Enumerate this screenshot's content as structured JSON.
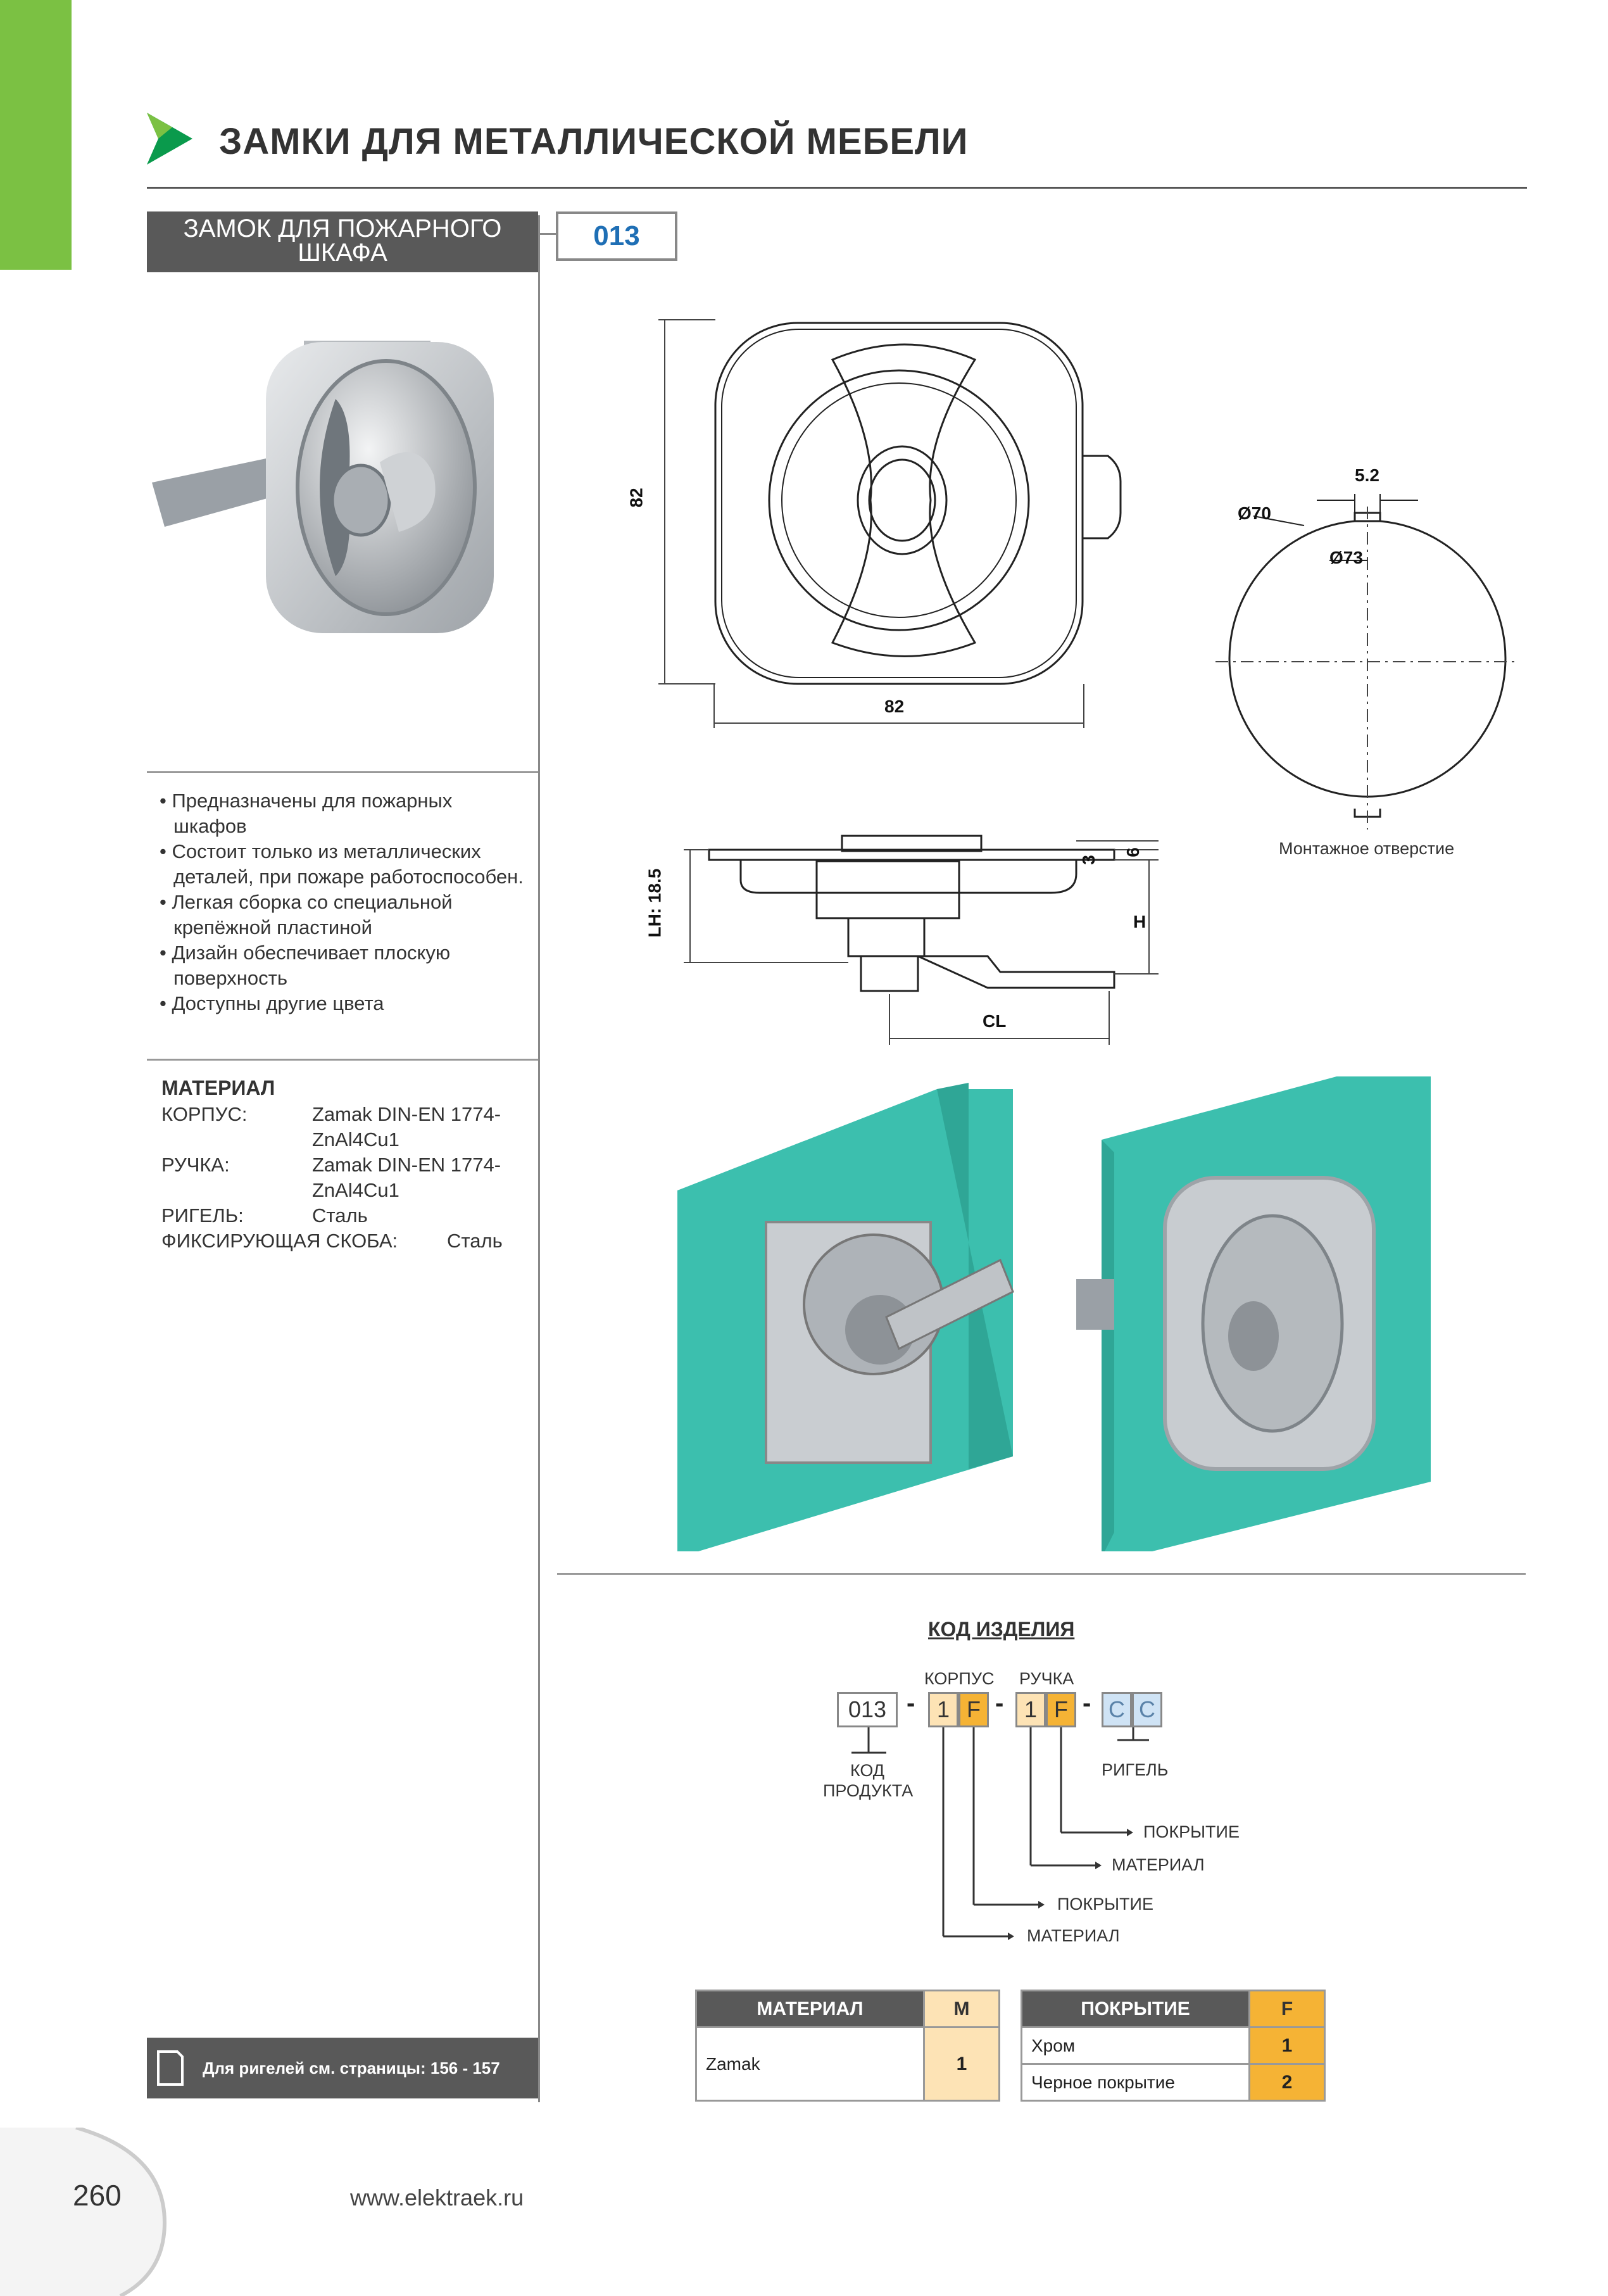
{
  "header": {
    "title": "ЗАМКИ ДЛЯ МЕТАЛЛИЧЕСКОЙ МЕБЕЛИ",
    "product_name": "ЗАМОК ДЛЯ ПОЖАРНОГО ШКАФА",
    "product_code": "013"
  },
  "features": [
    "• Предназначены для пожарных шкафов",
    "• Состоит только из металлических деталей, при пожаре работоспособен.",
    "• Легкая сборка со специальной крепёжной пластиной",
    "• Дизайн обеспечивает плоскую поверхность",
    "• Доступны другие цвета"
  ],
  "material": {
    "title": "МАТЕРИАЛ",
    "rows": [
      {
        "label": "КОРПУС:",
        "value": "Zamak DIN-EN 1774-ZnAl4Cu1"
      },
      {
        "label": "РУЧКА:",
        "value": "Zamak DIN-EN 1774-ZnAl4Cu1"
      },
      {
        "label": "РИГЕЛЬ:",
        "value": "Сталь"
      },
      {
        "label": "ФИКСИРУЮЩАЯ СКОБА:",
        "value": "Сталь"
      }
    ]
  },
  "drawing": {
    "dim_82_v": "82",
    "dim_82_h": "82",
    "d52": "5.2",
    "d70": "Ø70",
    "d73": "Ø73",
    "mount_label": "Монтажное отверстие",
    "d3": "3",
    "d6": "6",
    "lh": "LH: 18.5",
    "h": "H",
    "cl": "CL"
  },
  "code_section": {
    "title": "КОД ИЗДЕЛИЯ",
    "korpus": "КОРПУС",
    "ruchka": "РУЧКА",
    "c013": "013",
    "c1a": "1",
    "cFa": "F",
    "c1b": "1",
    "cFb": "F",
    "cC1": "C",
    "cC2": "C",
    "dash": "-",
    "kod_produkta": "КОД ПРОДУКТА",
    "rigel": "РИГЕЛЬ",
    "pokrytie1": "ПОКРЫТИЕ",
    "material1": "МАТЕРИАЛ",
    "pokrytie2": "ПОКРЫТИЕ",
    "material2": "МАТЕРИАЛ"
  },
  "table_material": {
    "header": "МАТЕРИАЛ",
    "code_header": "M",
    "rows": [
      {
        "name": "Zamak",
        "code": "1"
      }
    ]
  },
  "table_coating": {
    "header": "ПОКРЫТИЕ",
    "code_header": "F",
    "rows": [
      {
        "name": "Хром",
        "code": "1"
      },
      {
        "name": "Черное покрытие",
        "code": "2"
      }
    ]
  },
  "footer": {
    "note": "Для ригелей см. страницы: 156 - 157",
    "page": "260",
    "url": "www.elektraek.ru"
  },
  "colors": {
    "accent_green": "#7bc143",
    "dark_bar": "#595959",
    "teal": "#3cbfae",
    "code_blue": "#1f6fb5",
    "orange": "#f5b335",
    "peach": "#fde3b5",
    "light_blue": "#cfe3f5"
  }
}
